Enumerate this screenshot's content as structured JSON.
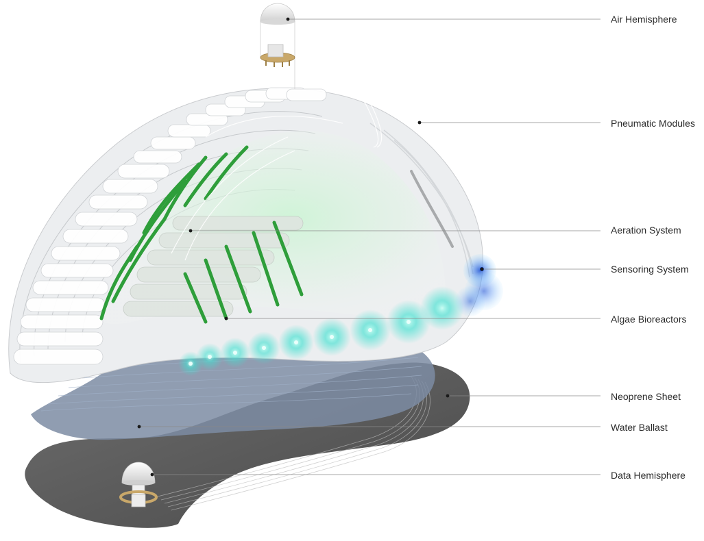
{
  "labels": {
    "air_hemisphere": "Air Hemisphere",
    "pneumatic_modules": "Pneumatic Modules",
    "aeration_system": "Aeration System",
    "sensoring_system": "Sensoring System",
    "algae_bioreactors": "Algae Bioreactors",
    "neoprene_sheet": "Neoprene Sheet",
    "water_ballast": "Water Ballast",
    "data_hemisphere": "Data Hemisphere"
  },
  "colors": {
    "background": "#ffffff",
    "leader_line": "#8a8a8a",
    "neoprene": "#5a5a5a",
    "water_ballast": "#7d8ca3",
    "pneumatic": "#e9ecef",
    "algae": "#2e9e3a",
    "bioreactor_glow": "#3fe0d0",
    "sensor": "#2f6bd9",
    "brass_ring": "#c9a86a"
  }
}
